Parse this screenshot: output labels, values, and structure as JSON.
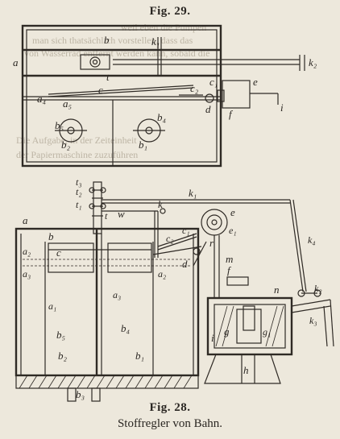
{
  "background_text": [
    "weil eben die Pumpen",
    "man sich thatsächlich vorstellen, dass das",
    "von Wasserrad entfernt werden kann, sobald die",
    "Die Aufgabe, in der Zeiteinheit",
    "der Papiermaschine zuzuführen"
  ],
  "fig29": {
    "title": "Fig. 29.",
    "labels": {
      "a": "a",
      "b": "b",
      "k1": "k₁",
      "k2": "k₂",
      "t": "t",
      "c": "c",
      "a4": "a₄",
      "a5": "a₅",
      "b5": "b₅",
      "b4": "b₄",
      "b2": "b₂",
      "b1": "b₁",
      "c1": "c₁",
      "d": "d",
      "e": "e",
      "f": "f",
      "c2": "c₂",
      "i": "i"
    }
  },
  "fig28": {
    "title": "Fig. 28.",
    "caption": "Stoffregler von Bahn.",
    "labels": {
      "t3": "t₃",
      "t2": "t₂",
      "t1": "t₁",
      "t": "t",
      "k1": "k₁",
      "k": "k",
      "w": "w",
      "a": "a",
      "b": "b",
      "c": "c",
      "a2": "a₂",
      "a3": "a₃",
      "a1": "a₁",
      "b5": "b₅",
      "b4": "b₄",
      "b2": "b₂",
      "b1": "b₁",
      "b3": "b₃",
      "e": "e",
      "e1": "e₁",
      "c1": "c₁",
      "c2": "c₂",
      "r": "r",
      "d": "d",
      "m": "m",
      "f": "f",
      "n": "n",
      "k4": "k₄",
      "k2": "k₂",
      "k3": "k₃",
      "g": "g",
      "g1": "g₁",
      "h": "h",
      "i": "i"
    }
  }
}
